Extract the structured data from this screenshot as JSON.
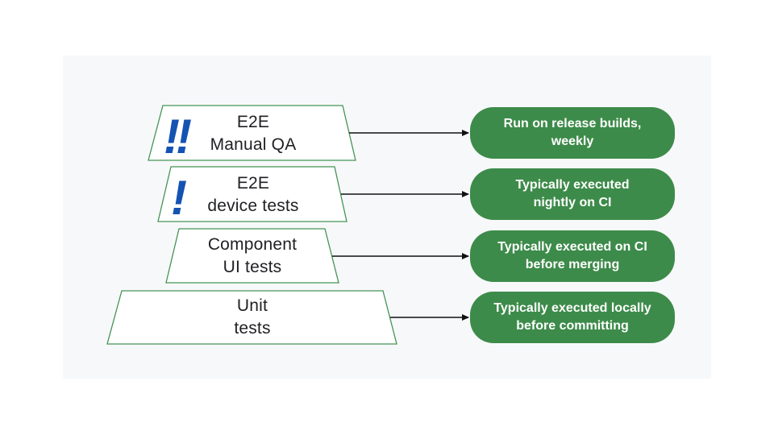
{
  "colors": {
    "page_bg": "#ffffff",
    "card_bg": "#f7f8fa",
    "box_green": "#3D8B4A",
    "box_text": "#ffffff",
    "trap_fill": "#ffffff",
    "trap_border": "#459455",
    "trap_text": "#202124",
    "accent_blue": "#1453B3",
    "arrow": "#111111"
  },
  "rows": [
    {
      "badge": "!!",
      "shape": [
        "E2E",
        "Manual QA"
      ],
      "note": [
        "Run on release builds,",
        "weekly"
      ]
    },
    {
      "badge": "!",
      "shape": [
        "E2E",
        "device tests"
      ],
      "note": [
        "Typically executed",
        "nightly on CI"
      ]
    },
    {
      "badge": "",
      "shape": [
        "Component",
        "UI tests"
      ],
      "note": [
        "Typically executed on CI",
        "before merging"
      ]
    },
    {
      "badge": "",
      "shape": [
        "Unit",
        "tests"
      ],
      "note": [
        "Typically executed locally",
        "before committing"
      ]
    }
  ]
}
